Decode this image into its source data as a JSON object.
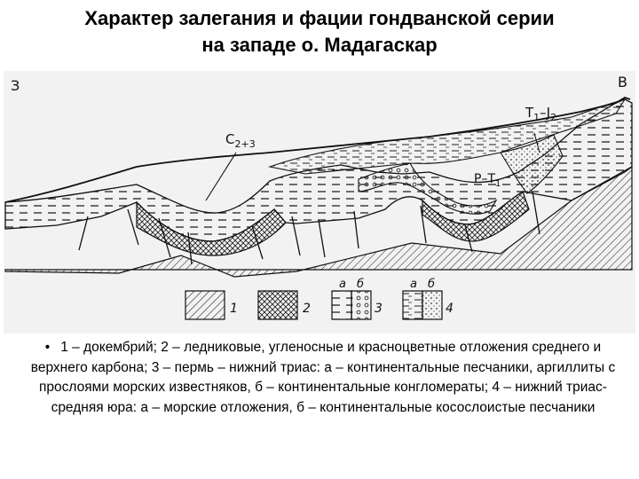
{
  "title": {
    "line1": "Характер залегания и фации гондванской серии",
    "line2": "на западе о. Мадагаскар"
  },
  "diagram": {
    "west_label": "З",
    "east_label": "В",
    "label_c23": "C",
    "label_c23_sub": "2+3",
    "label_t1j2_t": "T",
    "label_t1j2_sub1": "1",
    "label_t1j2_dash": "–J",
    "label_t1j2_sub2": "2",
    "label_pt1_p": "P–T",
    "label_pt1_sub": "1"
  },
  "legend": {
    "item1_num": "1",
    "item2_num": "2",
    "item3_a": "а",
    "item3_b": "б",
    "item3_num": "3",
    "item4_a": "а",
    "item4_b": "б",
    "item4_num": "4"
  },
  "caption": {
    "bullet": "•",
    "text": "1 – докембрий; 2 – ледниковые, угленосные и красноцветные отложения среднего и верхнего карбона; 3 – пермь – нижний триас: а – континентальные песчаники, аргиллиты с прослоями морских известняков, б – континентальные конгломераты; 4 – нижний триас-средняя юра: а – морские отложения, б – континентальные косослоистые песчаники"
  }
}
